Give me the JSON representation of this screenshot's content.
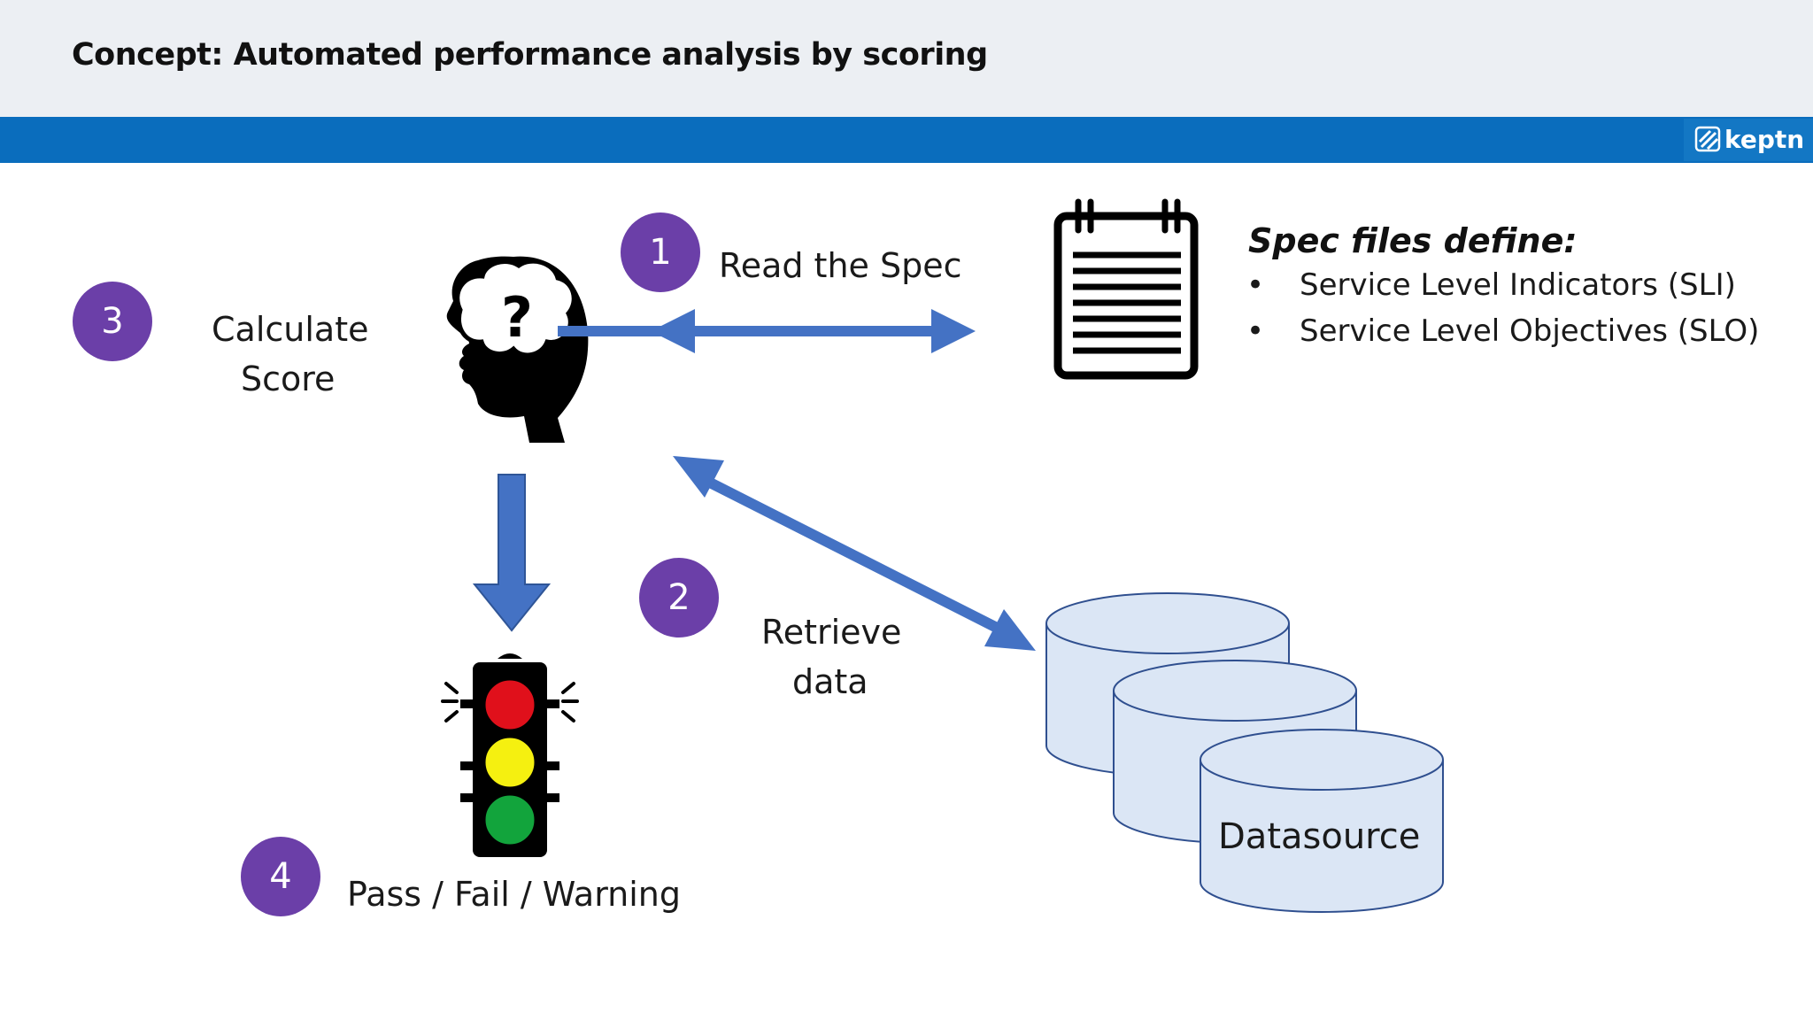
{
  "header": {
    "title": "Concept: Automated performance analysis by scoring",
    "logo_text": "keptn"
  },
  "colors": {
    "header_bg": "#eceff3",
    "band": "#0a6dbd",
    "badge": "#6b3fa8",
    "arrow": "#4472c4",
    "cylinder_fill": "#dbe6f5",
    "cylinder_stroke": "#2f4f8f",
    "light_red": "#e0101b",
    "light_yellow": "#f5f010",
    "light_green": "#12a43c"
  },
  "steps": [
    {
      "number": "1",
      "label": "Read the Spec"
    },
    {
      "number": "2",
      "label_line1": "Retrieve",
      "label_line2": "data"
    },
    {
      "number": "3",
      "label_line1": "Calculate",
      "label_line2": "Score"
    },
    {
      "number": "4",
      "label": "Pass / Fail / Warning"
    }
  ],
  "spec": {
    "heading": "Spec files define:",
    "bullet": "•",
    "items": [
      "Service Level Indicators (SLI)",
      "Service Level Objectives (SLO)"
    ]
  },
  "datasource": {
    "label": "Datasource"
  },
  "icons": {
    "brain": "head-with-question-mark-icon",
    "notepad": "spiral-notepad-icon",
    "traffic": "traffic-light-icon",
    "database": "database-cylinders-icon",
    "logo": "keptn-logo-icon",
    "question_mark": "?"
  }
}
